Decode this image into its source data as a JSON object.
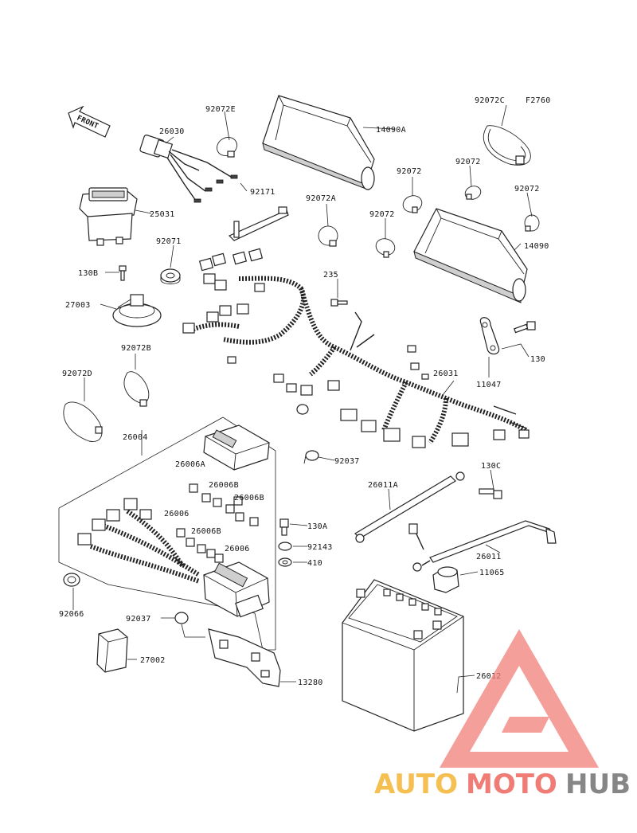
{
  "figure_code": "F2760",
  "front_label": "FRONT",
  "parts": [
    {
      "id": "92072E"
    },
    {
      "id": "26030"
    },
    {
      "id": "14090A"
    },
    {
      "id": "92072C"
    },
    {
      "id": "92072"
    },
    {
      "id": "92072"
    },
    {
      "id": "92072"
    },
    {
      "id": "92072"
    },
    {
      "id": "92171"
    },
    {
      "id": "92072A"
    },
    {
      "id": "25031"
    },
    {
      "id": "14090"
    },
    {
      "id": "92071"
    },
    {
      "id": "130B"
    },
    {
      "id": "235"
    },
    {
      "id": "27003"
    },
    {
      "id": "130"
    },
    {
      "id": "92072B"
    },
    {
      "id": "11047"
    },
    {
      "id": "92072D"
    },
    {
      "id": "26031"
    },
    {
      "id": "26004"
    },
    {
      "id": "92037"
    },
    {
      "id": "26006A"
    },
    {
      "id": "130C"
    },
    {
      "id": "26006B"
    },
    {
      "id": "26011A"
    },
    {
      "id": "26006B"
    },
    {
      "id": "26006"
    },
    {
      "id": "130A"
    },
    {
      "id": "26006B"
    },
    {
      "id": "92143"
    },
    {
      "id": "26006"
    },
    {
      "id": "26011"
    },
    {
      "id": "410"
    },
    {
      "id": "11065"
    },
    {
      "id": "92066"
    },
    {
      "id": "92037"
    },
    {
      "id": "27002"
    },
    {
      "id": "26012"
    },
    {
      "id": "13280"
    }
  ],
  "watermark": {
    "part1": "AUTO",
    "part2": "MOTO",
    "part3": "HUB",
    "colors": {
      "auto": "#f5b93f",
      "moto": "#ee6f68",
      "hub": "#7a7a7a",
      "triangle": "#f2837d"
    }
  }
}
